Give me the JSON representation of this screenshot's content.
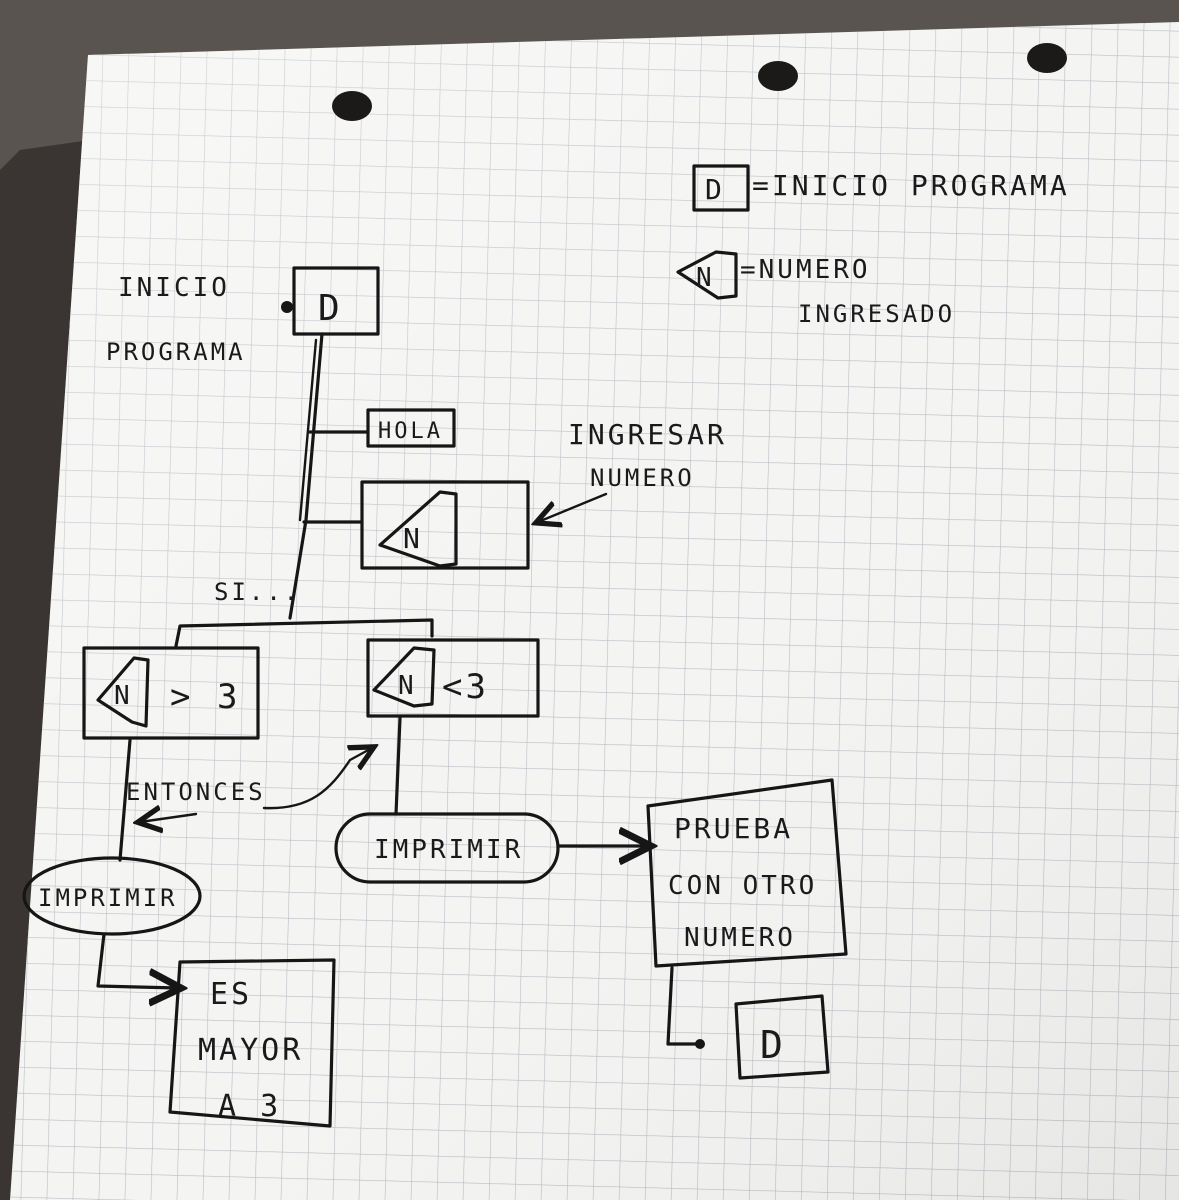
{
  "diagram": {
    "legend": {
      "start_eq": "=INICIO PROGRAMA",
      "number_eq": "=NUMERO",
      "number_eq_line2": "INGRESADO"
    },
    "start_label_line1": "INICIO",
    "start_label_line2": "PROGRAMA",
    "start_symbol": "D",
    "hola": "HOLA",
    "ingresar_line1": "INGRESAR",
    "ingresar_line2": "NUMERO",
    "input_symbol": "N",
    "si": "SI...",
    "cond_left_n": "N",
    "cond_left_op": "> 3",
    "cond_right_n": "N",
    "cond_right_op": "<3",
    "entonces": "ENTONCES",
    "imprimir_left": "IMPRIMIR",
    "imprimir_right": "IMPRIMIR",
    "es_mayor_line1": "ES",
    "es_mayor_line2": "MAYOR",
    "es_mayor_line3": "A 3",
    "prueba_line1": "PRUEBA",
    "prueba_line2": "CON OTRO",
    "prueba_line3": "NUMERO",
    "end_symbol": "D"
  },
  "colors": {
    "background": "#5a5450",
    "paper": "#f4f4f2",
    "grid": "#b9bcc4",
    "ink": "#161616"
  }
}
